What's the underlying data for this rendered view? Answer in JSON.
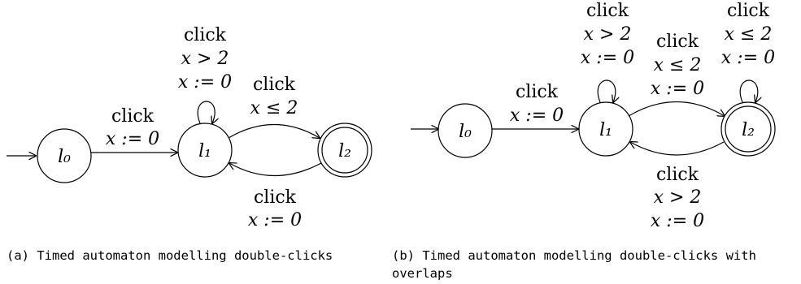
{
  "figure_a": {
    "caption": "(a) Timed automaton modelling double-clicks",
    "states": {
      "l0": "l₀",
      "l1": "l₁",
      "l2": "l₂"
    },
    "edge_init": {
      "event": "click",
      "reset": "x := 0"
    },
    "self_loop_l1": {
      "event": "click",
      "guard": "x > 2",
      "reset": "x := 0"
    },
    "edge_l1_l2": {
      "event": "click",
      "guard": "x ≤ 2"
    },
    "edge_l2_l1": {
      "event": "click",
      "reset": "x := 0"
    }
  },
  "figure_b": {
    "caption_line1": "(b) Timed automaton modelling double-clicks with",
    "caption_line2": "overlaps",
    "states": {
      "l0": "l₀",
      "l1": "l₁",
      "l2": "l₂"
    },
    "edge_init": {
      "event": "click",
      "reset": "x := 0"
    },
    "self_loop_l1": {
      "event": "click",
      "guard": "x > 2",
      "reset": "x := 0"
    },
    "edge_l1_l2": {
      "event": "click",
      "guard": "x ≤ 2",
      "reset": "x := 0"
    },
    "self_loop_l2": {
      "event": "click",
      "guard": "x ≤ 2",
      "reset": "x := 0"
    },
    "edge_l2_l1": {
      "event": "click",
      "guard": "x > 2",
      "reset": "x := 0"
    }
  }
}
